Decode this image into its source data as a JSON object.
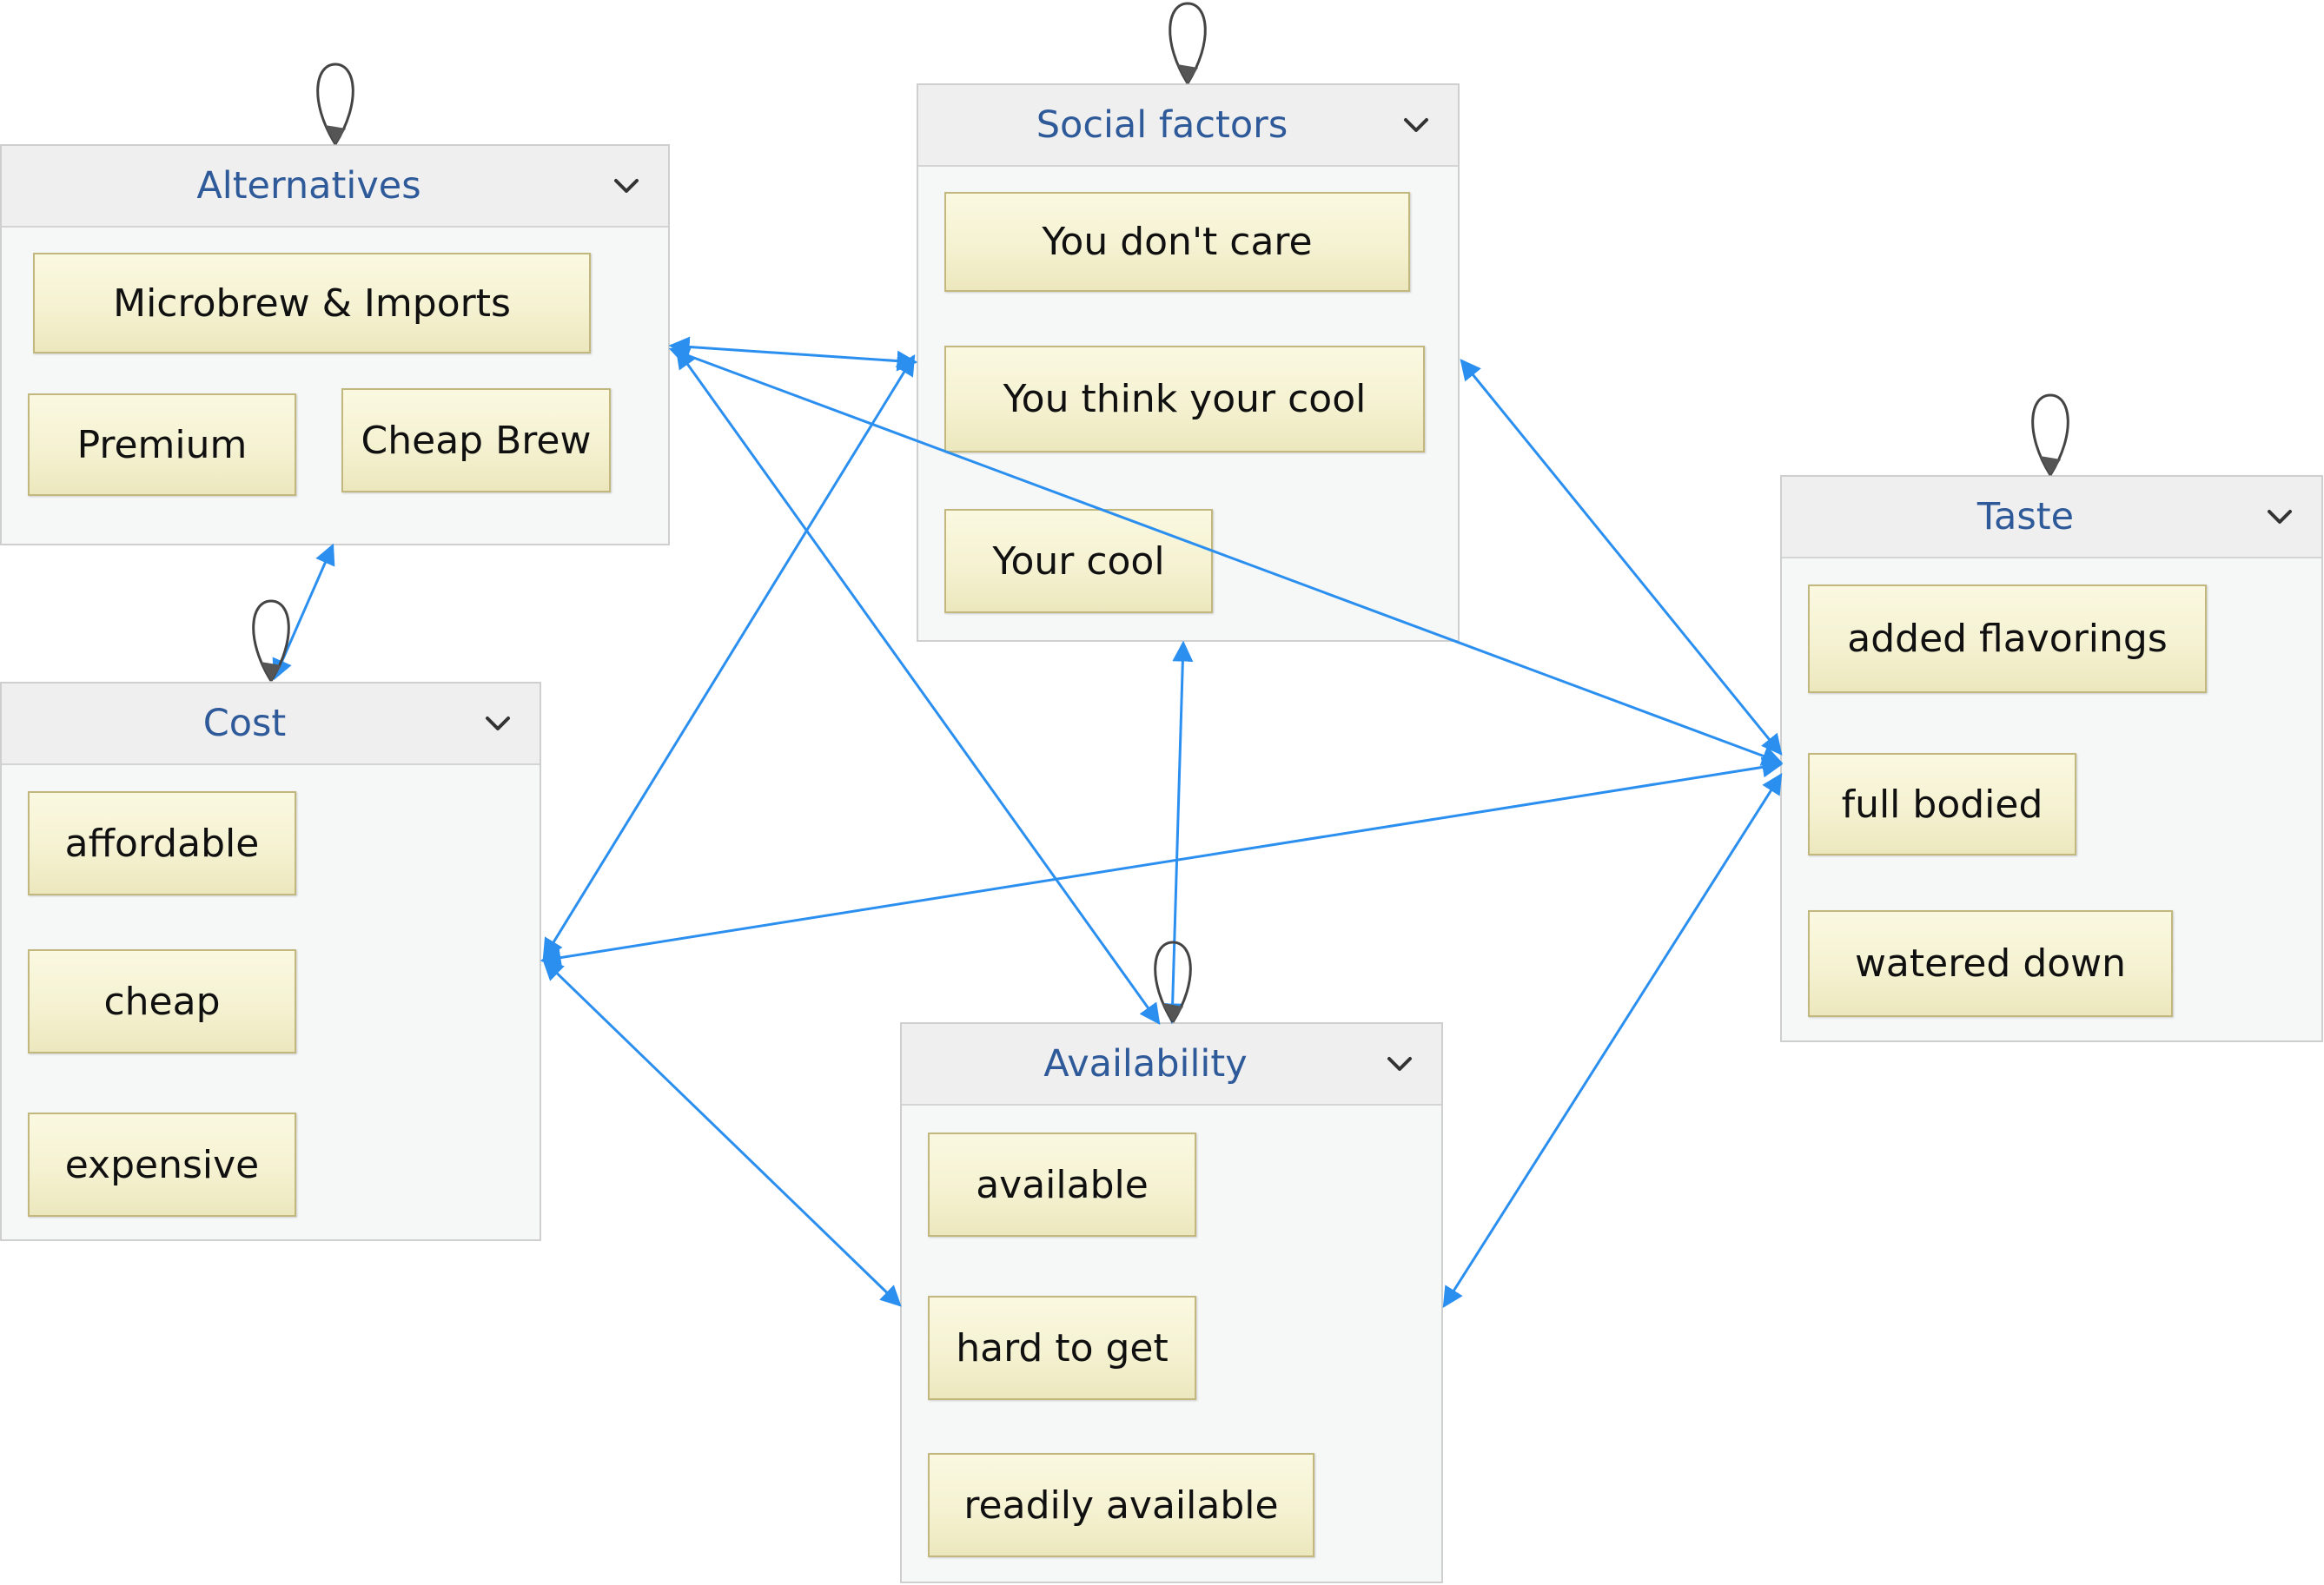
{
  "groups": {
    "alternatives": {
      "title": "Alternatives",
      "items": [
        "Microbrew & Imports",
        "Premium",
        "Cheap Brew"
      ]
    },
    "social": {
      "title": "Social factors",
      "items": [
        "You don't care",
        "You think your cool",
        "Your cool"
      ]
    },
    "taste": {
      "title": "Taste",
      "items": [
        "added flavorings",
        "full bodied",
        "watered down"
      ]
    },
    "cost": {
      "title": "Cost",
      "items": [
        "affordable",
        "cheap",
        "expensive"
      ]
    },
    "availability": {
      "title": "Availability",
      "items": [
        "available",
        "hard to get",
        "readily available"
      ]
    }
  },
  "links": [
    {
      "from": "Alternatives",
      "to": "Social factors"
    },
    {
      "from": "Alternatives",
      "to": "Taste"
    },
    {
      "from": "Alternatives",
      "to": "Availability"
    },
    {
      "from": "Alternatives",
      "to": "Cost"
    },
    {
      "from": "Social factors",
      "to": "Taste"
    },
    {
      "from": "Social factors",
      "to": "Cost"
    },
    {
      "from": "Social factors",
      "to": "Availability"
    },
    {
      "from": "Taste",
      "to": "Cost"
    },
    {
      "from": "Taste",
      "to": "Availability"
    },
    {
      "from": "Cost",
      "to": "Availability"
    }
  ],
  "colors": {
    "link": "#2b8ff0",
    "group_title": "#2f5a9a",
    "item_border": "#c2b77c",
    "item_fill": "#f5f2d2",
    "self_loop": "#444444"
  },
  "icons": {
    "collapse": "chevron-down-icon",
    "self_link": "self-loop-icon"
  }
}
